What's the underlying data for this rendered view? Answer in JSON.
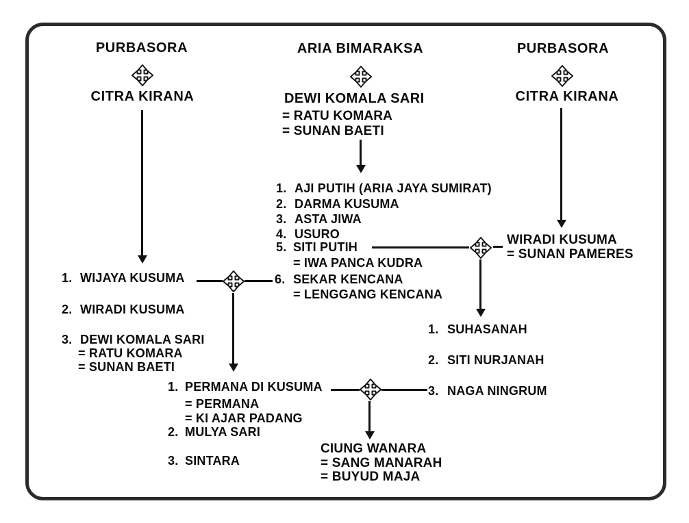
{
  "colors": {
    "background": "#ffffff",
    "text": "#0b0b0b",
    "line": "#111111",
    "border": "#2b2b2b",
    "icon_fill": "#ffffff"
  },
  "icons": {
    "marriage": "four-way-arrow"
  },
  "left_branch": {
    "parent1": "PURBASORA",
    "parent2": "CITRA KIRANA",
    "children": [
      {
        "num": "1.",
        "name": "WIJAYA KUSUMA"
      },
      {
        "num": "2.",
        "name": "WIRADI KUSUMA"
      },
      {
        "num": "3.",
        "name": "DEWI KOMALA SARI",
        "aliases": [
          "= RATU KOMARA",
          "= SUNAN BAETI"
        ]
      }
    ]
  },
  "middle_branch": {
    "parent1": "ARIA BIMARAKSA",
    "parent2": "DEWI KOMALA SARI",
    "parent2_aliases": [
      "= RATU KOMARA",
      "= SUNAN BAETI"
    ],
    "children": [
      {
        "num": "1.",
        "name": "AJI PUTIH (ARIA JAYA SUMIRAT)"
      },
      {
        "num": "2.",
        "name": "DARMA KUSUMA"
      },
      {
        "num": "3.",
        "name": "ASTA JIWA"
      },
      {
        "num": "4.",
        "name": "USURO"
      },
      {
        "num": "5.",
        "name": "SITI PUTIH",
        "aliases": [
          "= IWA PANCA KUDRA"
        ]
      },
      {
        "num": "6.",
        "name": "SEKAR KENCANA",
        "aliases": [
          "= LENGGANG KENCANA"
        ]
      }
    ]
  },
  "right_branch": {
    "parent1": "PURBASORA",
    "parent2": "CITRA KIRANA",
    "spouse": {
      "name": "WIRADI KUSUMA",
      "alias": "= SUNAN PAMERES"
    },
    "children": [
      {
        "num": "1.",
        "name": "SUHASANAH"
      },
      {
        "num": "2.",
        "name": "SITI NURJANAH"
      },
      {
        "num": "3.",
        "name": "NAGA NINGRUM"
      }
    ]
  },
  "bottom_branch": {
    "children": [
      {
        "num": "1.",
        "name": "PERMANA DI KUSUMA",
        "aliases": [
          "= PERMANA",
          "= KI AJAR PADANG"
        ]
      },
      {
        "num": "2.",
        "name": "MULYA SARI"
      },
      {
        "num": "3.",
        "name": "SINTARA"
      }
    ],
    "grandchild": {
      "name": "CIUNG WANARA",
      "aliases": [
        "= SANG MANARAH",
        "= BUYUD MAJA"
      ]
    }
  }
}
